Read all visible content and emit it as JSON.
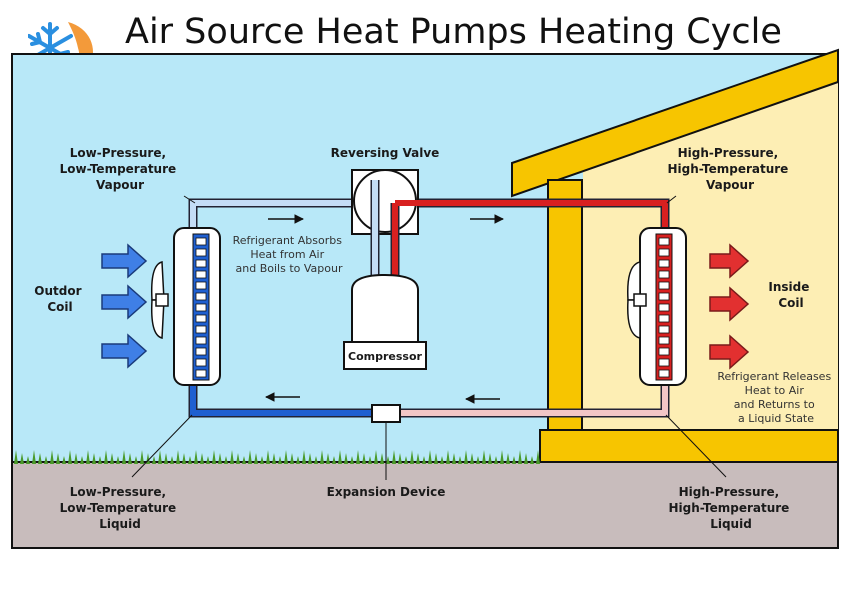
{
  "title": "Air Source Heat Pumps Heating Cycle",
  "labels": {
    "lp_vapour": [
      "Low-Pressure,",
      "Low-Temperature",
      "Vapour"
    ],
    "reversing_valve": "Reversing Valve",
    "hp_vapour": [
      "High-Pressure,",
      "High-Temperature",
      "Vapour"
    ],
    "outdor_coil": [
      "Outdor",
      "Coil"
    ],
    "inside_coil": [
      "Inside",
      "Coil"
    ],
    "absorbs": [
      "Refrigerant Absorbs",
      "Heat from Air",
      "and Boils to Vapour"
    ],
    "releases": [
      "Refrigerant Releases",
      "Heat to Air",
      "and Returns to",
      "a Liquid State"
    ],
    "compressor": "Compressor",
    "expansion": "Expansion Device",
    "lp_liquid": [
      "Low-Pressure,",
      "Low-Temperature",
      "Liquid"
    ],
    "hp_liquid": [
      "High-Pressure,",
      "High-Temperature",
      "Liquid"
    ]
  },
  "colors": {
    "sky": "#b8e8f8",
    "ground": "#c8bcbc",
    "grass": "#4a9a2a",
    "house_wall": "#fdeeb4",
    "house_frame": "#f7c500",
    "pipe_cold": "#1f5fd0",
    "pipe_cold_light": "#c4dcf6",
    "pipe_hot": "#d82020",
    "pipe_hot_light": "#f2c6c6",
    "arrow_blue": "#3f7fe6",
    "arrow_red": "#e23030",
    "logo_blue": "#2a8fe0",
    "logo_orange": "#f39a3a"
  },
  "icons": [
    "snowflake-icon",
    "flame-icon",
    "fan-icon",
    "arrow-right-icon",
    "arrow-left-icon"
  ]
}
